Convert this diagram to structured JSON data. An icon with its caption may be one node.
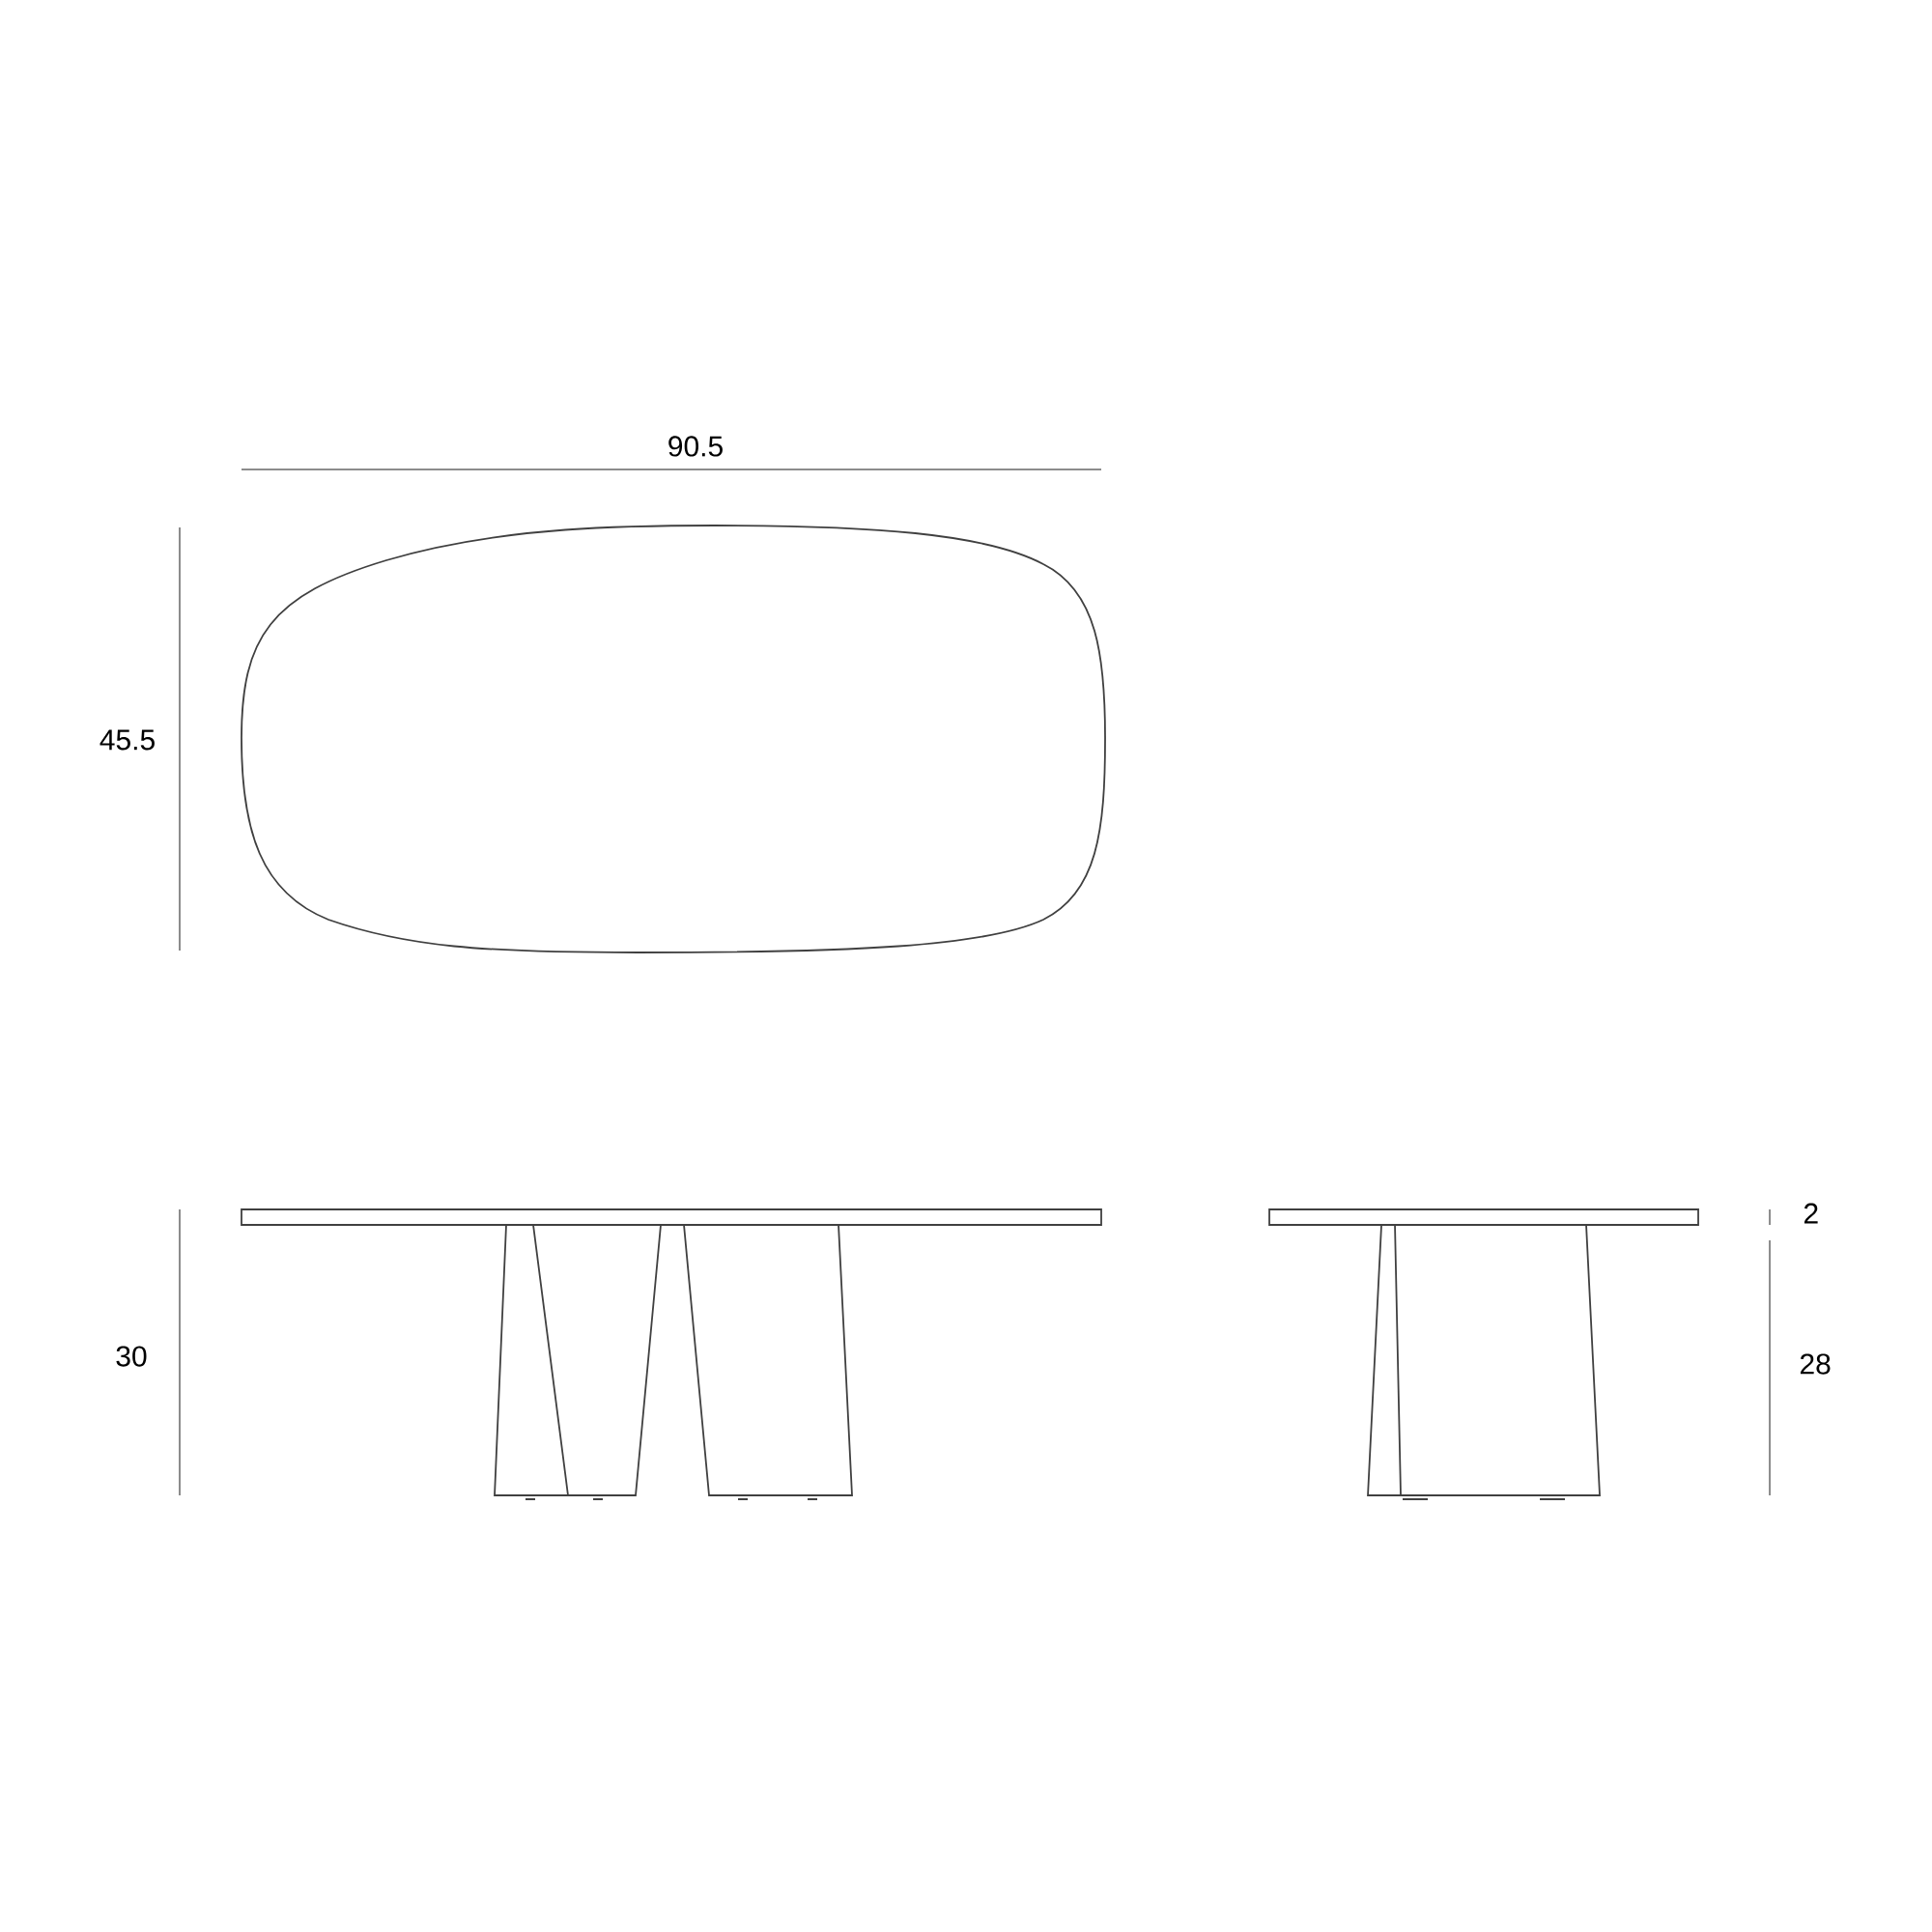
{
  "diagram": {
    "labels": [
      "90.5",
      "45.5",
      "30",
      "2",
      "28"
    ]
  }
}
